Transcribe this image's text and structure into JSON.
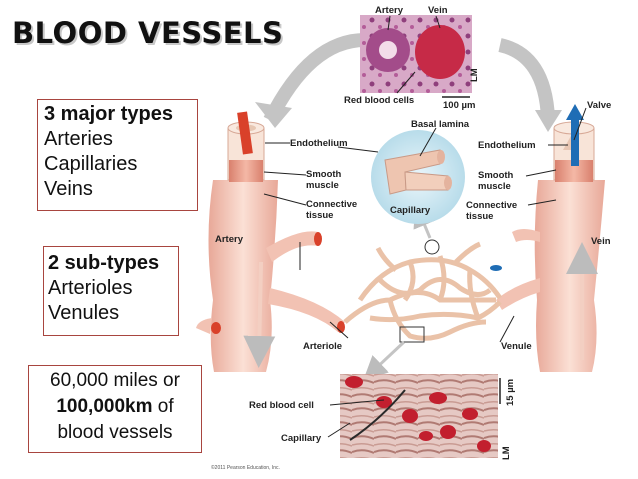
{
  "title": "BLOOD VESSELS",
  "box1": {
    "heading": "3 major types",
    "items": [
      "Arteries",
      "Capillaries",
      "Veins"
    ]
  },
  "box2": {
    "heading": "2 sub-types",
    "items": [
      "Arterioles",
      "Venules"
    ]
  },
  "box3": {
    "line1": "60,000 miles or",
    "bold": "100,000km",
    "line2_rest": " of",
    "line3": "blood vessels"
  },
  "labels": {
    "artery_top": "Artery",
    "vein_top": "Vein",
    "lm_top": "LM",
    "red_blood_cells": "Red blood cells",
    "scale_top": "100 µm",
    "basal_lamina": "Basal lamina",
    "valve": "Valve",
    "endothelium_left": "Endothelium",
    "endothelium_right": "Endothelium",
    "smooth_left_1": "Smooth",
    "smooth_left_2": "muscle",
    "smooth_right_1": "Smooth",
    "smooth_right_2": "muscle",
    "connective_left_1": "Connective",
    "connective_left_2": "tissue",
    "connective_right_1": "Connective",
    "connective_right_2": "tissue",
    "capillary_mid": "Capillary",
    "artery": "Artery",
    "vein": "Vein",
    "arteriole": "Arteriole",
    "venule": "Venule",
    "red_blood_cell": "Red blood cell",
    "capillary_bottom": "Capillary",
    "scale_bottom": "15 µm",
    "lm_bottom": "LM",
    "copyright": "©2011 Pearson Education, Inc."
  },
  "colors": {
    "box_border": "#a8453f",
    "vessel": "#f6cfc0",
    "arterial_blood": "#d9412a",
    "venous_blood": "#1f6db5",
    "muscle_band": "#e9a08f"
  }
}
